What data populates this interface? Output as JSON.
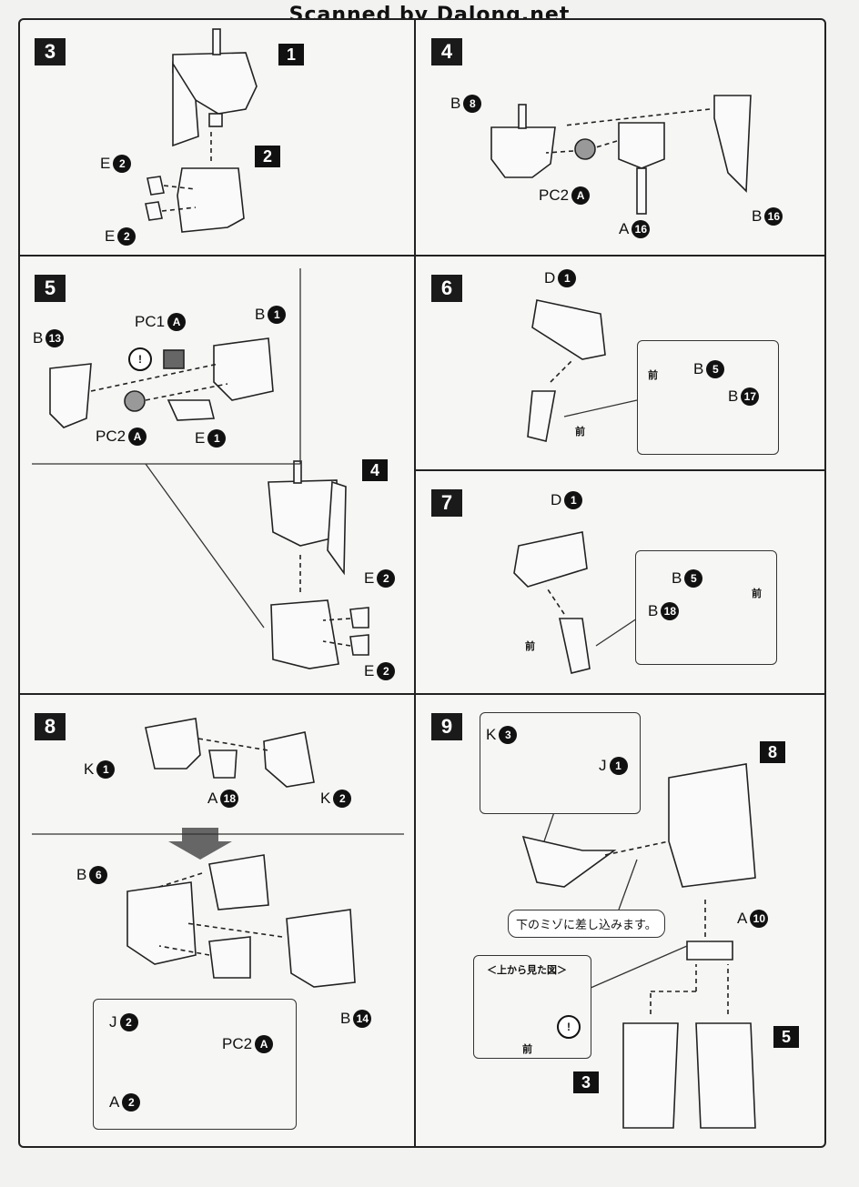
{
  "watermark": "Scanned by Dalong.net",
  "steps": {
    "s3": {
      "num": "3",
      "ref": "1",
      "ref2": "2",
      "parts": [
        {
          "letter": "E",
          "num": "2"
        },
        {
          "letter": "E",
          "num": "2"
        }
      ]
    },
    "s4": {
      "num": "4",
      "parts": [
        {
          "letter": "B",
          "num": "8"
        },
        {
          "letter": "PC2",
          "num": "A"
        },
        {
          "letter": "A",
          "num": "16"
        },
        {
          "letter": "B",
          "num": "16"
        }
      ]
    },
    "s5": {
      "num": "5",
      "ref": "4",
      "parts": [
        {
          "letter": "PC1",
          "num": "A"
        },
        {
          "letter": "B",
          "num": "1"
        },
        {
          "letter": "B",
          "num": "13"
        },
        {
          "letter": "PC2",
          "num": "A"
        },
        {
          "letter": "E",
          "num": "1"
        },
        {
          "letter": "E",
          "num": "2"
        },
        {
          "letter": "E",
          "num": "2"
        }
      ]
    },
    "s6": {
      "num": "6",
      "parts": [
        {
          "letter": "D",
          "num": "1"
        },
        {
          "letter": "B",
          "num": "5"
        },
        {
          "letter": "B",
          "num": "17"
        }
      ],
      "front": "前"
    },
    "s7": {
      "num": "7",
      "parts": [
        {
          "letter": "D",
          "num": "1"
        },
        {
          "letter": "B",
          "num": "5"
        },
        {
          "letter": "B",
          "num": "18"
        }
      ],
      "front": "前"
    },
    "s8": {
      "num": "8",
      "parts": [
        {
          "letter": "K",
          "num": "1"
        },
        {
          "letter": "A",
          "num": "18"
        },
        {
          "letter": "K",
          "num": "2"
        },
        {
          "letter": "B",
          "num": "6"
        },
        {
          "letter": "B",
          "num": "14"
        },
        {
          "letter": "J",
          "num": "2"
        },
        {
          "letter": "PC2",
          "num": "A"
        },
        {
          "letter": "A",
          "num": "2"
        }
      ]
    },
    "s9": {
      "num": "9",
      "ref8": "8",
      "ref3": "3",
      "ref5": "5",
      "parts": [
        {
          "letter": "K",
          "num": "3"
        },
        {
          "letter": "J",
          "num": "1"
        },
        {
          "letter": "A",
          "num": "10"
        }
      ],
      "note_slot": "下のミゾに差し込みます。",
      "note_top": "＜上から見た図＞",
      "front": "前"
    }
  }
}
